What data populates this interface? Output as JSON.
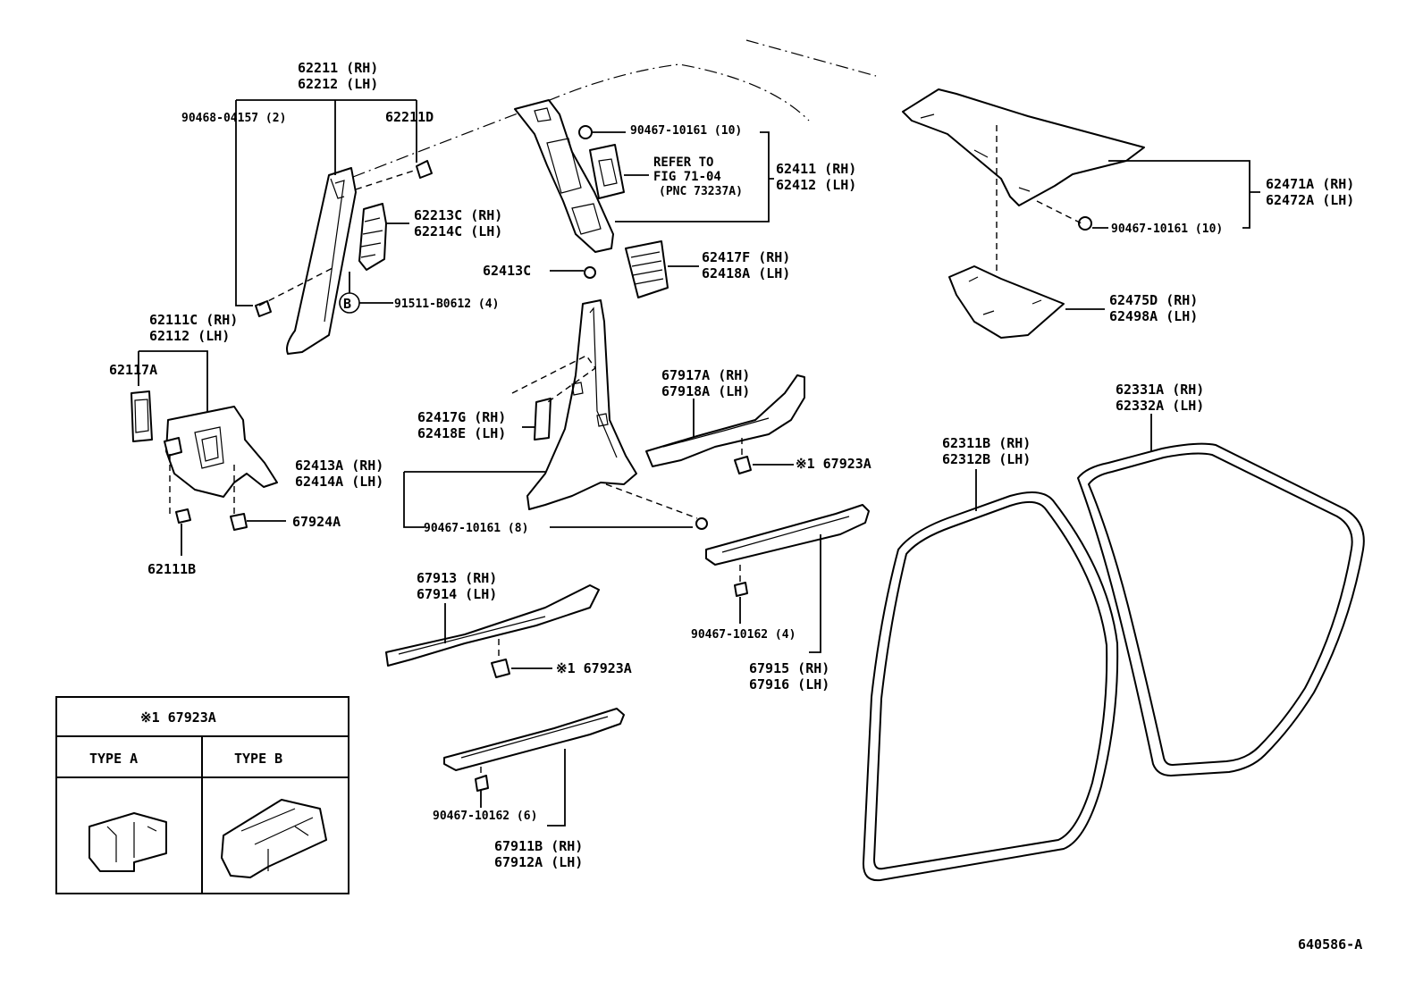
{
  "diagram_id": "640586-A",
  "labels": {
    "p62211": [
      "62211 (RH)",
      "62212 (LH)"
    ],
    "p90468": [
      "90468-04157 (2)"
    ],
    "p62211D": [
      "62211D"
    ],
    "p62213C": [
      "62213C (RH)",
      "62214C (LH)"
    ],
    "p91511": [
      "91511-B0612 (4)"
    ],
    "circleB": "B",
    "p62111C": [
      "62111C (RH)",
      "62112  (LH)"
    ],
    "p62117A": [
      "62117A"
    ],
    "p67924A": [
      "67924A"
    ],
    "p62111B": [
      "62111B"
    ],
    "p90467_top": [
      "90467-10161 (10)"
    ],
    "refer": [
      "REFER TO",
      "FIG 71-04",
      "(PNC 73237A)"
    ],
    "p62411": [
      "62411 (RH)",
      "62412 (LH)"
    ],
    "p62413C": [
      "62413C"
    ],
    "p62417F": [
      "62417F (RH)",
      "62418A (LH)"
    ],
    "p62471A": [
      "62471A (RH)",
      "62472A (LH)"
    ],
    "p90467_right": [
      "90467-10161 (10)"
    ],
    "p62475D": [
      "62475D (RH)",
      "62498A (LH)"
    ],
    "p62417G": [
      "62417G (RH)",
      "62418E (LH)"
    ],
    "p62413A": [
      "62413A (RH)",
      "62414A (LH)"
    ],
    "p90467_mid": [
      "90467-10161 (8)"
    ],
    "p67917A": [
      "67917A (RH)",
      "67918A (LH)"
    ],
    "p67923A_1": [
      "※1 67923A"
    ],
    "p62331A": [
      "62331A (RH)",
      "62332A (LH)"
    ],
    "p62311B": [
      "62311B (RH)",
      "62312B (LH)"
    ],
    "p67913": [
      "67913 (RH)",
      "67914 (LH)"
    ],
    "p67923A_2": [
      "※1 67923A"
    ],
    "p90467_4": [
      "90467-10162 (4)"
    ],
    "p67915": [
      "67915 (RH)",
      "67916 (LH)"
    ],
    "p90467_6": [
      "90467-10162 (6)"
    ],
    "p67911B": [
      "67911B (RH)",
      "67912A (LH)"
    ]
  },
  "legend": {
    "title": "※1 67923A",
    "type_a": "TYPE A",
    "type_b": "TYPE B"
  }
}
